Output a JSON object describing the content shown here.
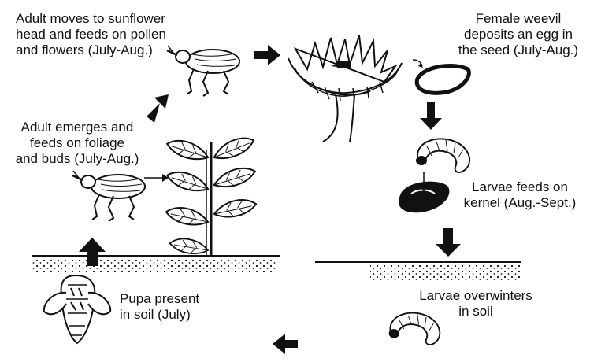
{
  "stages": {
    "adult_flower": {
      "lines": [
        "Adult moves to sunflower",
        "head and feeds on pollen",
        "and flowers (July-Aug.)"
      ]
    },
    "egg": {
      "lines": [
        "Female weevil",
        "deposits an egg in",
        "the seed (July-Aug.)"
      ]
    },
    "adult_emerge": {
      "lines": [
        "Adult emerges and",
        "feeds on foliage",
        "and buds (July-Aug.)"
      ]
    },
    "larva_kernel": {
      "lines": [
        "Larvae feeds on",
        "kernel (Aug.-Sept.)"
      ]
    },
    "larva_soil": {
      "lines": [
        "Larvae overwinters",
        "in soil"
      ]
    },
    "pupa": {
      "lines": [
        "Pupa present",
        "in soil (July)"
      ]
    }
  },
  "colors": {
    "ink": "#111111",
    "paper": "#ffffff"
  },
  "icons": [
    "weevil-icon",
    "sunflower-head-icon",
    "seed-icon",
    "larva-icon",
    "sunflower-plant-icon",
    "pupa-icon",
    "arrow-icon",
    "soil-icon"
  ]
}
